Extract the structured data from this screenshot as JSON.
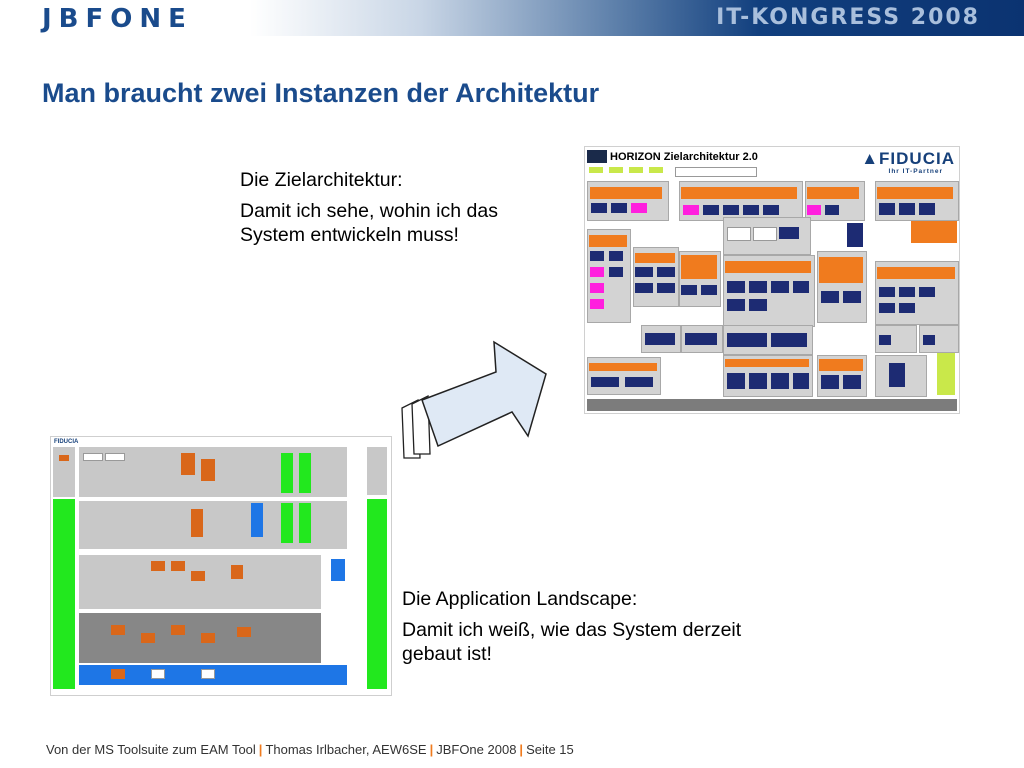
{
  "header": {
    "logo": "JBFONE",
    "event": "IT-KONGRESS 2008"
  },
  "slide": {
    "title": "Man braucht zwei Instanzen der Architektur"
  },
  "target_block": {
    "heading": "Die Zielarchitektur:",
    "body": "Damit ich sehe, wohin ich das System entwickeln muss!"
  },
  "landscape_block": {
    "heading": "Die Application Landscape:",
    "body": "Damit ich weiß, wie das System derzeit gebaut ist!"
  },
  "target_image": {
    "title": "HORIZON  Zielarchitektur 2.0",
    "brand": "FIDUCIA",
    "brand_sub": "Ihr IT-Partner"
  },
  "landscape_image": {
    "brand": "FIDUCIA"
  },
  "footer": {
    "part1": "Von der MS Toolsuite zum EAM Tool",
    "part2": "Thomas Irlbacher, AEW6SE",
    "part3": "JBFOne 2008",
    "part4": "Seite 15",
    "separator": "|"
  },
  "colors": {
    "title_blue": "#1a4b8c",
    "accent_orange": "#f07b1e",
    "navy": "#1d2b73",
    "magenta": "#ff1fde",
    "green": "#22e81e"
  }
}
